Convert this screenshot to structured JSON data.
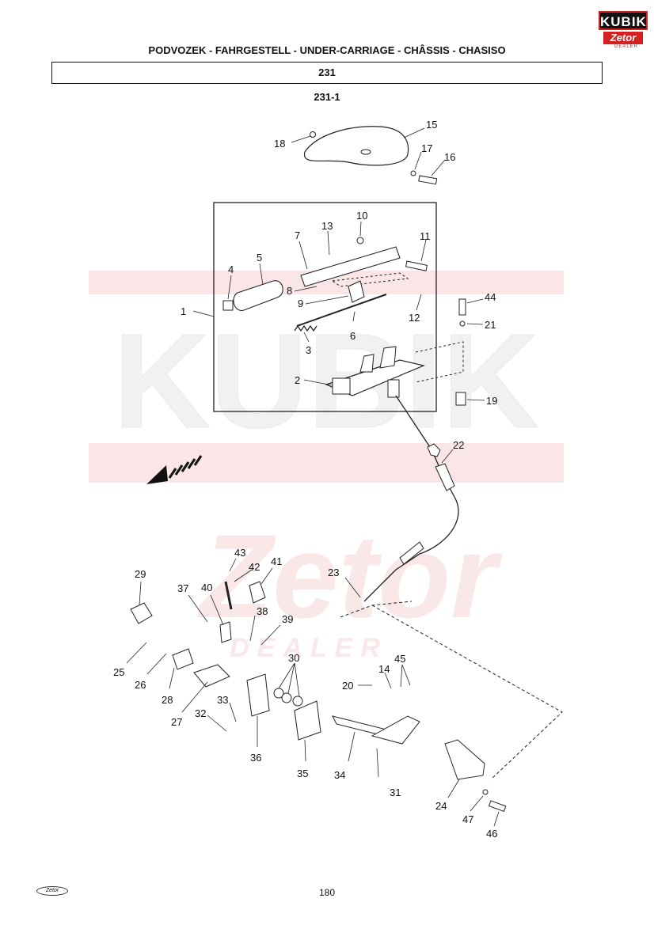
{
  "header": {
    "logo_top": "KUBIK",
    "logo_bottom": "Zetor",
    "logo_sub": "DEALER",
    "title": "PODVOZEK - FAHRGESTELL - UNDER-CARRIAGE - CHÂSSIS - CHASISO",
    "group": "231",
    "subgroup": "231-1"
  },
  "watermark": {
    "word1": "KUBIK",
    "word2": "Zetor",
    "word3": "DEALER",
    "color": "#f3c4c4"
  },
  "callouts": [
    "1",
    "2",
    "3",
    "4",
    "5",
    "6",
    "7",
    "8",
    "9",
    "10",
    "11",
    "12",
    "13",
    "14",
    "15",
    "16",
    "17",
    "18",
    "19",
    "20",
    "21",
    "22",
    "23",
    "24",
    "25",
    "26",
    "27",
    "28",
    "29",
    "30",
    "31",
    "32",
    "33",
    "34",
    "35",
    "36",
    "37",
    "38",
    "39",
    "40",
    "41",
    "42",
    "43",
    "44",
    "45",
    "46",
    "47"
  ],
  "footer": {
    "logo": "Zetor",
    "page": "180"
  }
}
